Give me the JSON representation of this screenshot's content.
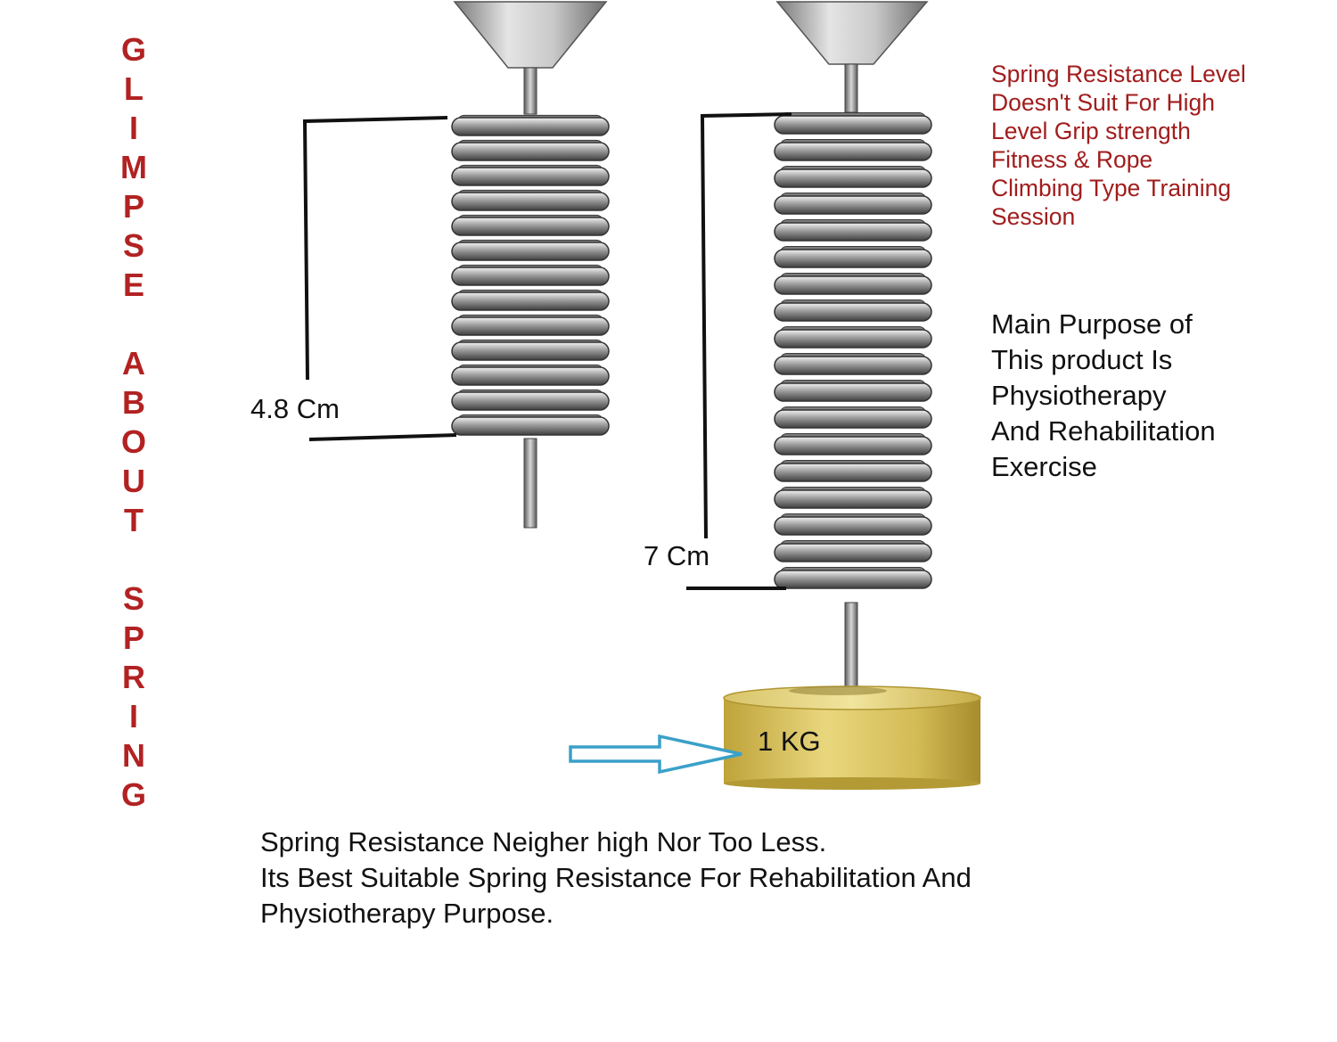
{
  "vertical_title": "GLIMPSE ABOUT SPRING",
  "spring_short": {
    "label": "4.8 Cm",
    "coils": 13
  },
  "spring_long": {
    "label": "7 Cm",
    "coils": 18
  },
  "weight": {
    "label": "1 KG"
  },
  "red_note": {
    "lines": [
      "Spring Resistance Level",
      "Doesn't Suit For High",
      "Level Grip strength",
      "Fitness & Rope",
      "Climbing Type Training",
      "Session"
    ]
  },
  "black_note": {
    "lines": [
      "Main Purpose of",
      "This product Is",
      "Physiotherapy",
      "And Rehabilitation",
      "Exercise"
    ]
  },
  "bottom_note": {
    "lines": [
      "Spring Resistance Neigher high Nor Too Less.",
      "Its Best Suitable Spring Resistance For Rehabilitation And",
      "Physiotherapy Purpose."
    ]
  },
  "colors": {
    "title_red": "#b22222",
    "note_red": "#a11d1d",
    "weight_gold": "#cdb24a",
    "arrow_blue": "#3aa0c8",
    "steel": "#6e6e6e"
  }
}
